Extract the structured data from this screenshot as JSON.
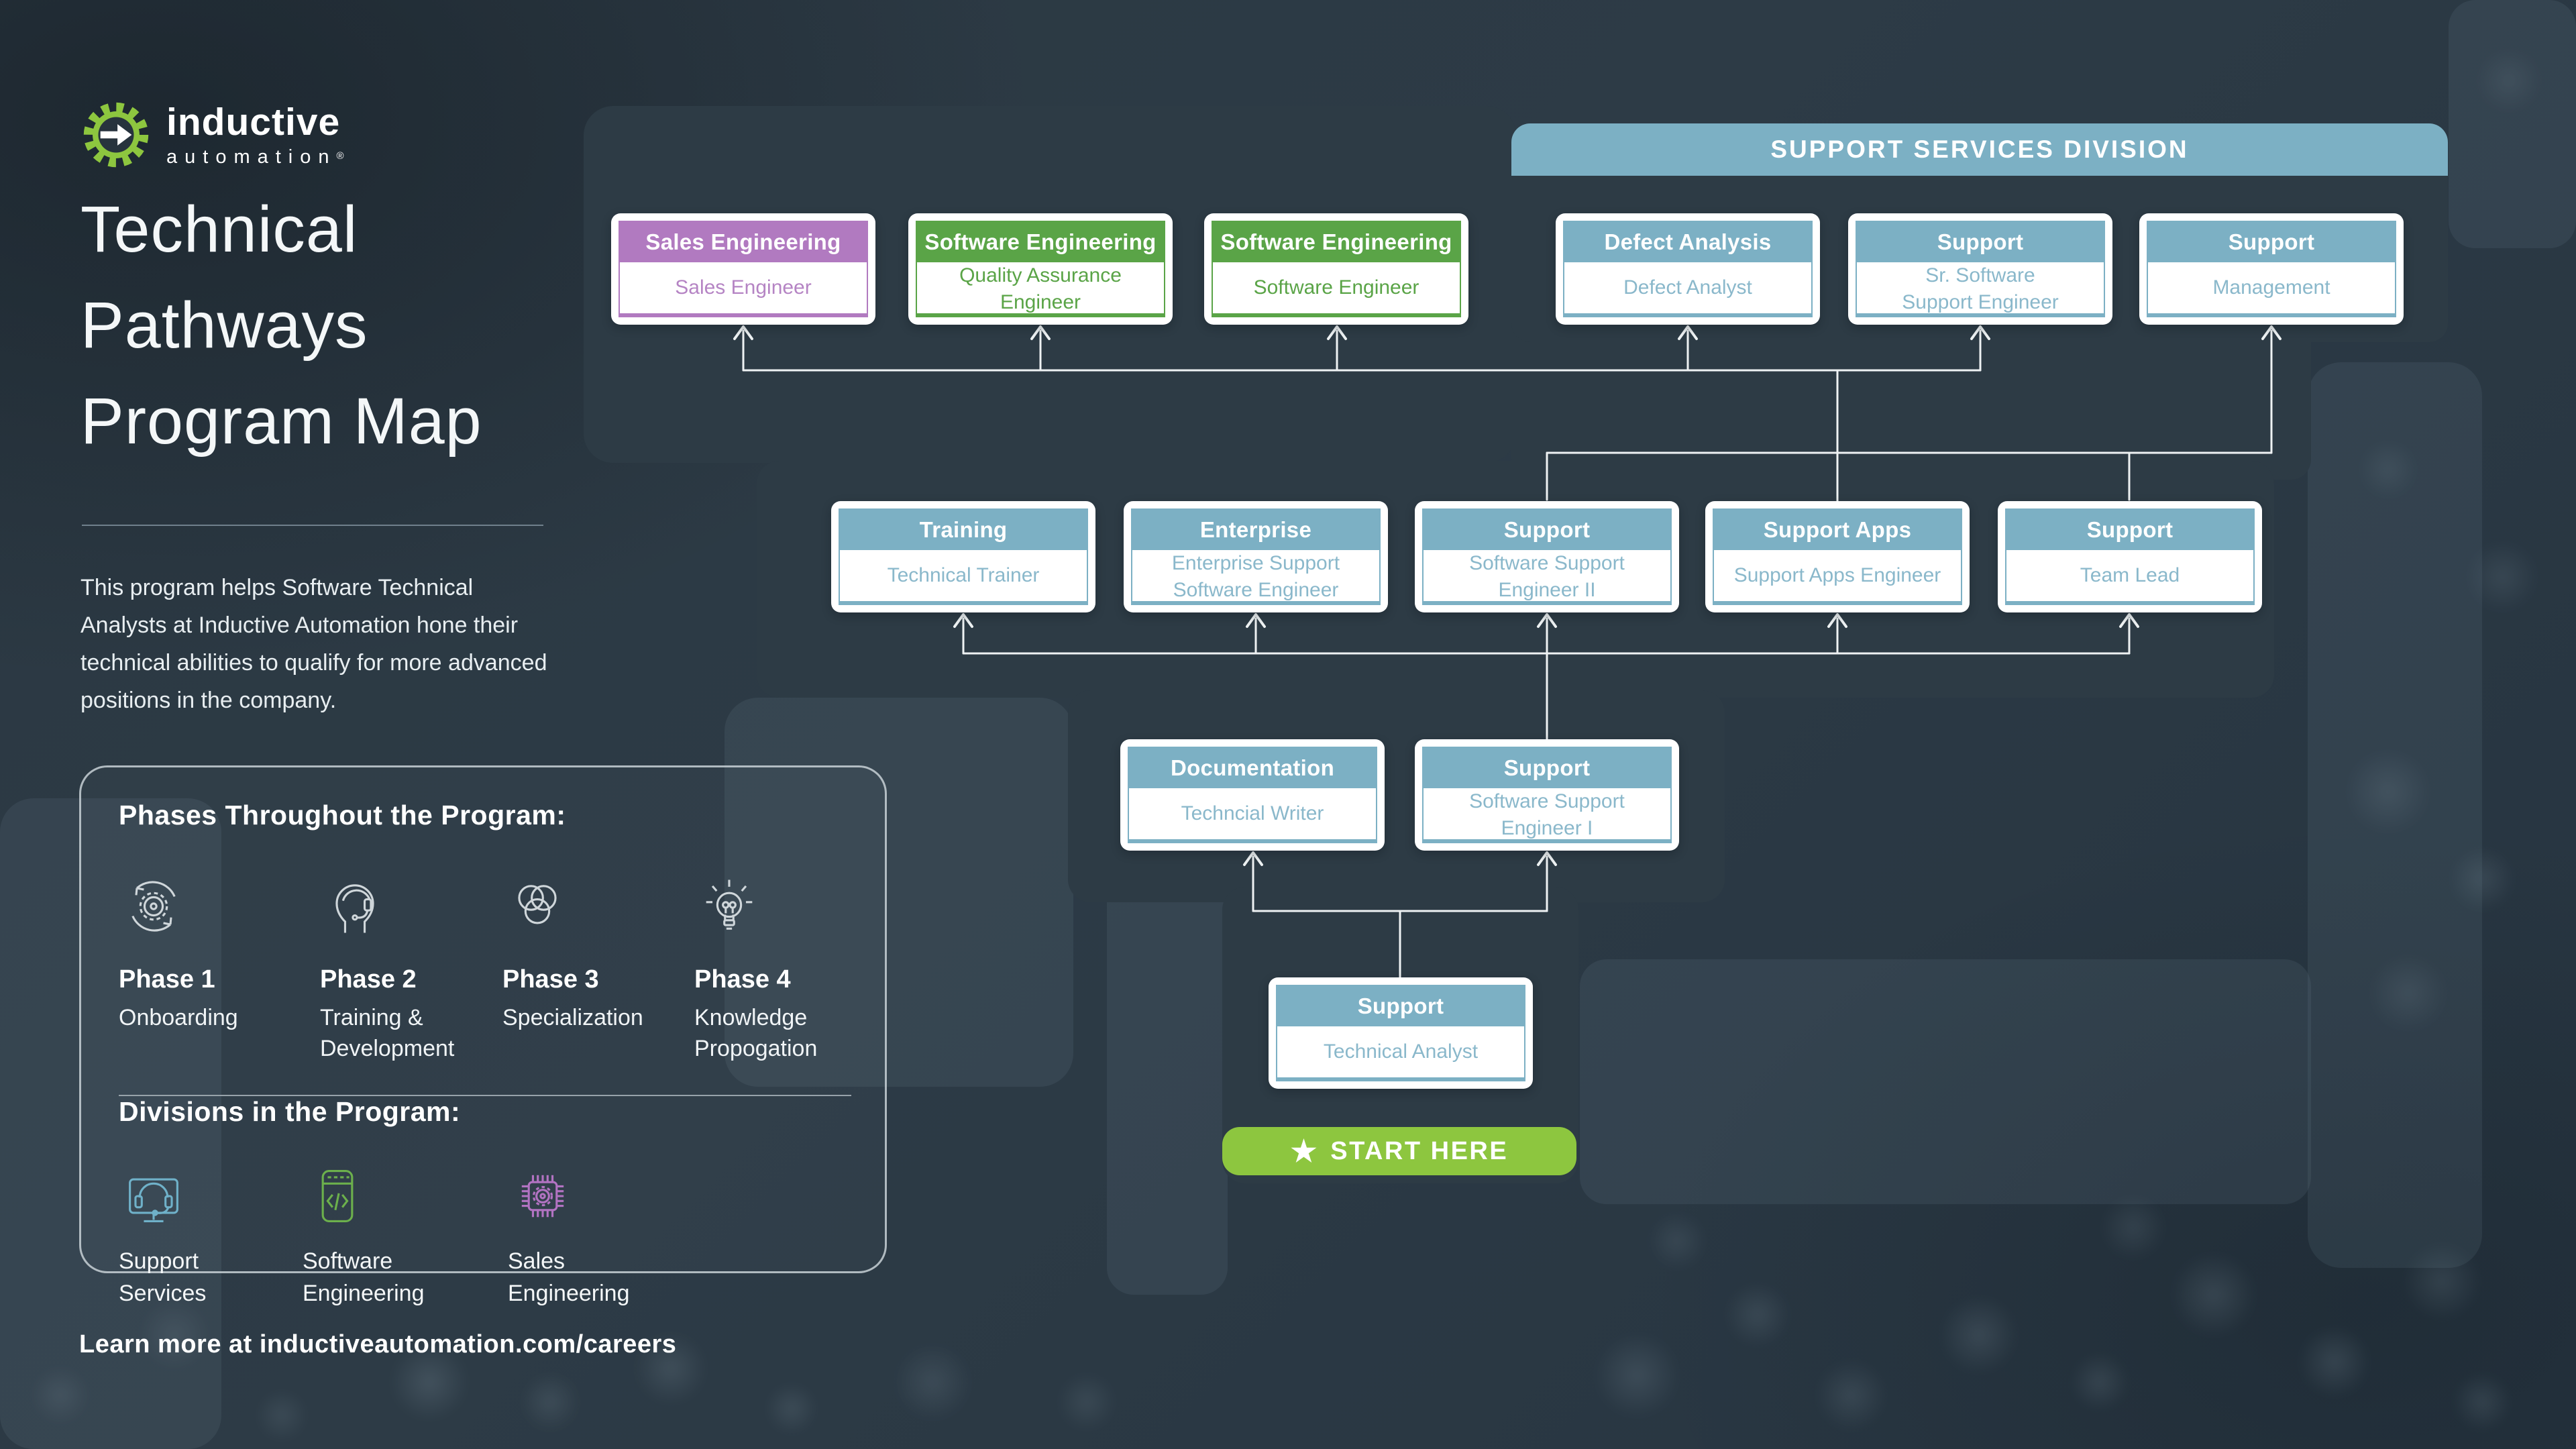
{
  "logo": {
    "brand": "inductive",
    "sub": "automation",
    "trademark": "®"
  },
  "title": "Technical Pathways Program Map",
  "intro": "This program helps Software Technical Analysts at Inductive Automation hone their technical abilities to qualify for more advanced positions in the company.",
  "info_panel": {
    "phases_heading": "Phases Throughout the Program:",
    "phases": [
      {
        "name": "Phase 1",
        "description": "Onboarding",
        "icon": "onboarding-cycle-icon"
      },
      {
        "name": "Phase 2",
        "description": "Training & Development",
        "icon": "training-headset-icon"
      },
      {
        "name": "Phase 3",
        "description": "Specialization",
        "icon": "specialization-venn-icon"
      },
      {
        "name": "Phase 4",
        "description": "Knowledge Propogation",
        "icon": "knowledge-bulb-icon"
      }
    ],
    "divisions_heading": "Divisions in the Program:",
    "divisions": [
      {
        "label": "Support Services",
        "icon": "support-services-icon",
        "color": "#6fb1c9"
      },
      {
        "label": "Software Engineering",
        "icon": "software-engineering-icon",
        "color": "#6cb04c"
      },
      {
        "label": "Sales Engineering",
        "icon": "sales-engineering-icon",
        "color": "#b273c2"
      }
    ]
  },
  "footer": "Learn more at inductiveautomation.com/careers",
  "diagram": {
    "division_banner": "SUPPORT SERVICES DIVISION",
    "start_label": "START HERE",
    "start_icon": "star-icon",
    "start_color": "#8dc63f",
    "themes": {
      "blue": {
        "header": "#7cb0c4",
        "text": "#8ab8cb"
      },
      "green": {
        "header": "#5aa447",
        "text": "#5aa447"
      },
      "purple": {
        "header": "#b17ac0",
        "text": "#b584c4"
      }
    },
    "boxes": [
      {
        "id": "sales-engineering",
        "group": "Sales Engineering",
        "role": "Sales Engineer",
        "theme": "purple"
      },
      {
        "id": "software-engineering-qa",
        "group": "Software Engineering",
        "role": "Quality Assurance Engineer",
        "theme": "green"
      },
      {
        "id": "software-engineering-swe",
        "group": "Software Engineering",
        "role": "Software Engineer",
        "theme": "green"
      },
      {
        "id": "defect-analysis",
        "group": "Defect Analysis",
        "role": "Defect Analyst",
        "theme": "blue"
      },
      {
        "id": "support-sr-sse",
        "group": "Support",
        "role": "Sr. Software\nSupport Engineer",
        "theme": "blue"
      },
      {
        "id": "support-management",
        "group": "Support",
        "role": "Management",
        "theme": "blue"
      },
      {
        "id": "training",
        "group": "Training",
        "role": "Technical Trainer",
        "theme": "blue"
      },
      {
        "id": "enterprise",
        "group": "Enterprise",
        "role": "Enterprise Support\nSoftware Engineer",
        "theme": "blue"
      },
      {
        "id": "support-sse2",
        "group": "Support",
        "role": "Software Support\nEngineer II",
        "theme": "blue"
      },
      {
        "id": "support-apps",
        "group": "Support Apps",
        "role": "Support Apps Engineer",
        "theme": "blue"
      },
      {
        "id": "support-team-lead",
        "group": "Support",
        "role": "Team Lead",
        "theme": "blue"
      },
      {
        "id": "documentation",
        "group": "Documentation",
        "role": "Techncial Writer",
        "theme": "blue"
      },
      {
        "id": "support-sse1",
        "group": "Support",
        "role": "Software Support\nEngineer I",
        "theme": "blue"
      },
      {
        "id": "support-technical-analyst",
        "group": "Support",
        "role": "Technical Analyst",
        "theme": "blue"
      }
    ],
    "connections": [
      {
        "from": "support-technical-analyst",
        "to": [
          "documentation",
          "support-sse1"
        ]
      },
      {
        "from": "support-sse1",
        "to": [
          "training",
          "enterprise",
          "support-sse2",
          "support-apps",
          "support-team-lead"
        ]
      },
      {
        "from": "support-sse2",
        "to": [
          "sales-engineering",
          "software-engineering-qa",
          "software-engineering-swe",
          "defect-analysis",
          "support-sr-sse",
          "support-management"
        ]
      },
      {
        "from": "support-apps",
        "to": [
          "sales-engineering",
          "software-engineering-qa",
          "software-engineering-swe",
          "defect-analysis",
          "support-sr-sse",
          "support-management"
        ]
      },
      {
        "from": "support-team-lead",
        "to": [
          "sales-engineering",
          "software-engineering-qa",
          "software-engineering-swe",
          "defect-analysis",
          "support-sr-sse",
          "support-management"
        ]
      }
    ]
  }
}
